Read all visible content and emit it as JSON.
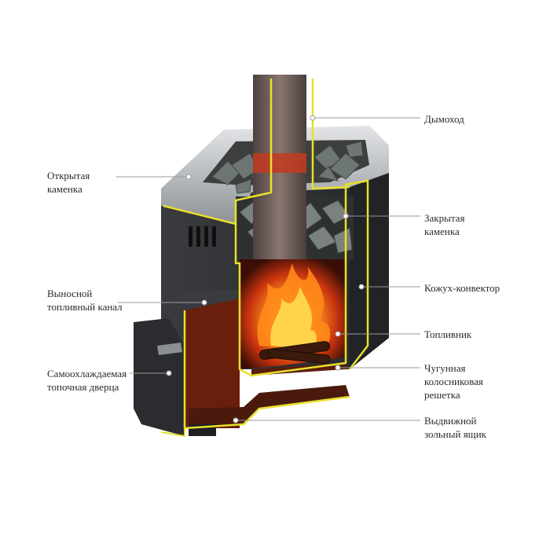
{
  "labels": {
    "chimney": [
      "Дымоход"
    ],
    "open_heater": [
      "Открытая",
      "каменка"
    ],
    "closed_heater": [
      "Закрытая",
      "каменка"
    ],
    "casing_convector": [
      "Кожух-конвектор"
    ],
    "remote_fuel_channel": [
      "Выносной",
      "топливный канал"
    ],
    "firebox": [
      "Топливник"
    ],
    "self_cooling_door": [
      "Самоохлаждаемая",
      "топочная дверца"
    ],
    "cast_iron_grate": [
      "Чугунная",
      "колосниковая",
      "решетка"
    ],
    "ash_drawer": [
      "Выдвижной",
      "зольный ящик"
    ]
  },
  "colors": {
    "outline": "#e8e02a",
    "body": "#2f3033",
    "body_dark": "#1e1f21",
    "steel": "#b9bcbf",
    "pipe": "#6b5a55",
    "pipe_band": "#c23a1e",
    "firebox_inner": "#4a150a",
    "flame_core": "#ffd34a",
    "flame_mid": "#ff8a1a",
    "stone": "#6e7673",
    "leader": "#9a9a9a"
  }
}
